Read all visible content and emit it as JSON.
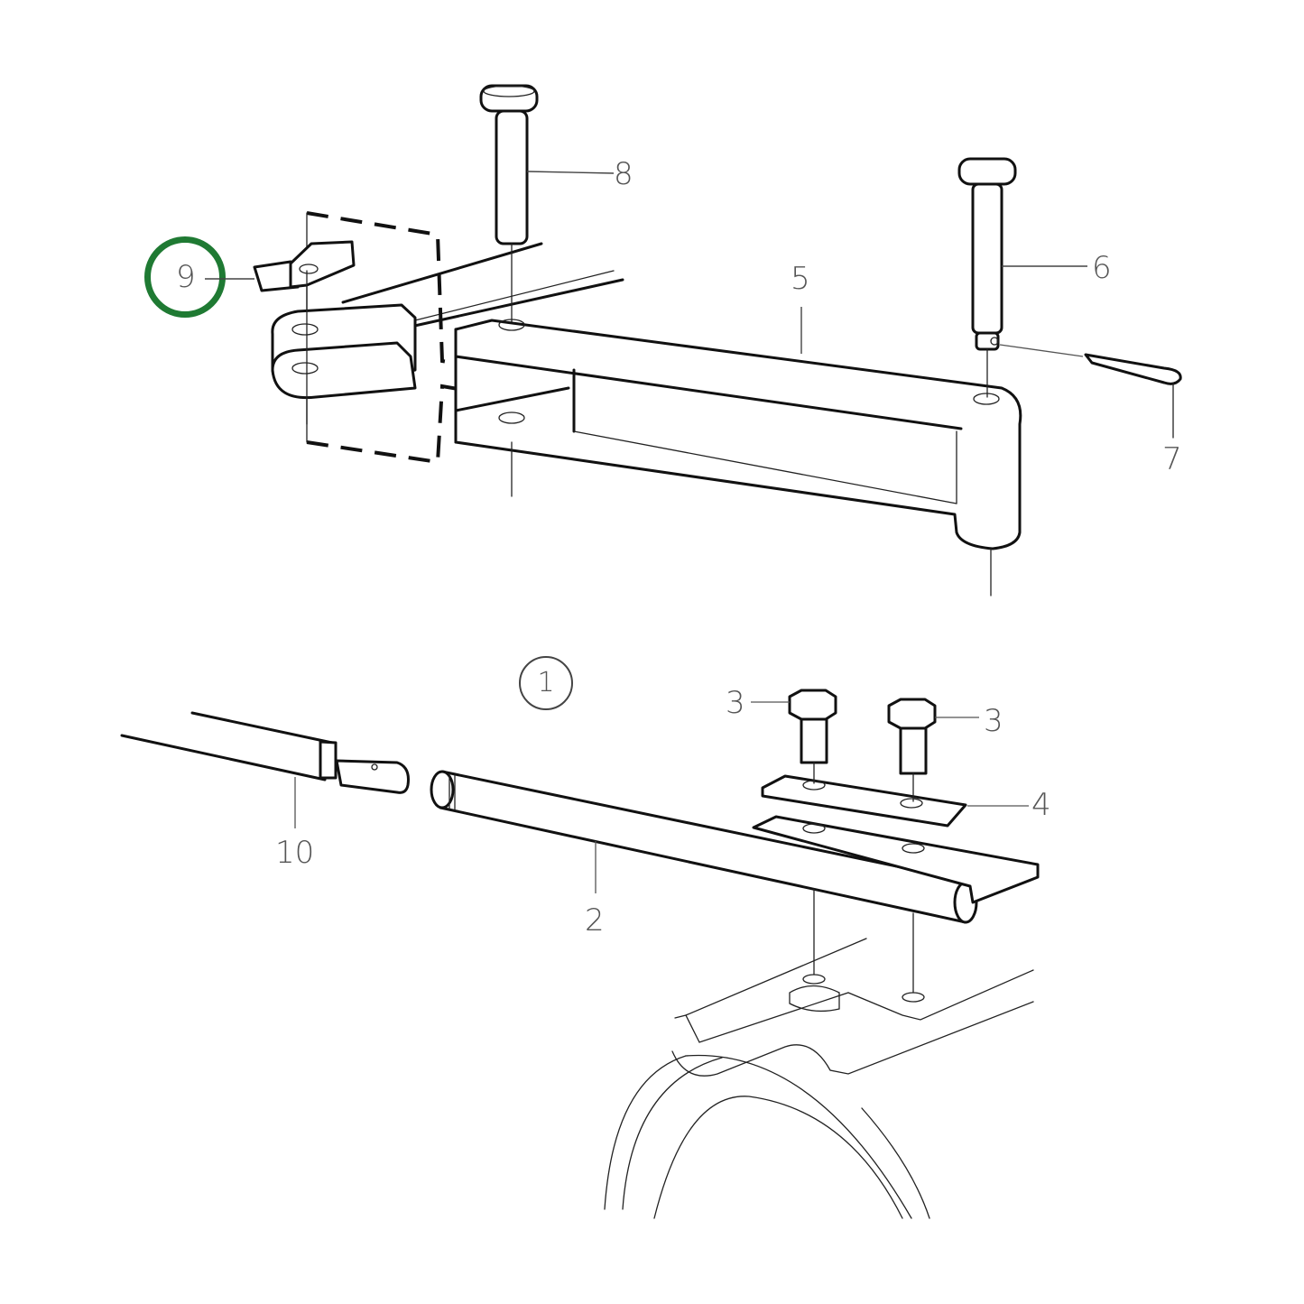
{
  "diagram": {
    "type": "exploded parts diagram",
    "colors": {
      "line": "#111111",
      "label": "#555555",
      "highlight": "#1f7a33",
      "background": "#ffffff"
    },
    "view_marker": {
      "label": "1"
    },
    "highlighted_part": "9",
    "parts": [
      {
        "number": "2",
        "name": "tube-shaft"
      },
      {
        "number": "3",
        "name": "hex-bolt-left"
      },
      {
        "number": "3",
        "name": "hex-bolt-right"
      },
      {
        "number": "4",
        "name": "clamp-plate"
      },
      {
        "number": "5",
        "name": "lever-arm"
      },
      {
        "number": "6",
        "name": "pin-with-hole"
      },
      {
        "number": "7",
        "name": "cotter-pin"
      },
      {
        "number": "8",
        "name": "pin"
      },
      {
        "number": "9",
        "name": "lock-clip"
      },
      {
        "number": "10",
        "name": "control-rod"
      }
    ]
  },
  "labels": {
    "p9": "9",
    "p8": "8",
    "p6": "6",
    "p5": "5",
    "p7": "7",
    "view": "1",
    "p3a": "3",
    "p3b": "3",
    "p4": "4",
    "p10": "10",
    "p2": "2"
  }
}
